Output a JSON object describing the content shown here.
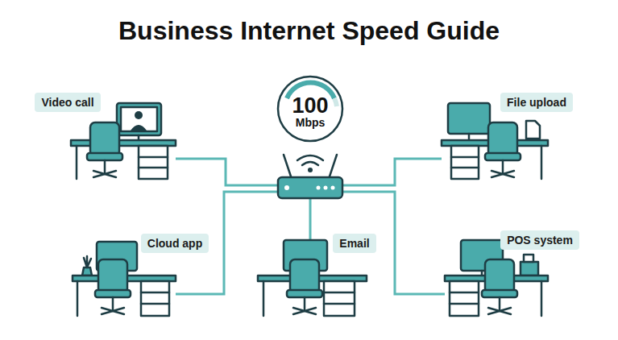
{
  "diagram": {
    "title": "Business Internet Speed Guide",
    "nodes": [
      {
        "text": [
          "Video call"
        ]
      },
      {
        "text": [
          "100",
          "Mbps"
        ]
      },
      {
        "text": [
          "File upload"
        ]
      },
      {
        "text": [
          "Cloud app"
        ]
      },
      {
        "text": [
          "Email"
        ]
      },
      {
        "text": [
          "POS system"
        ]
      }
    ]
  }
}
